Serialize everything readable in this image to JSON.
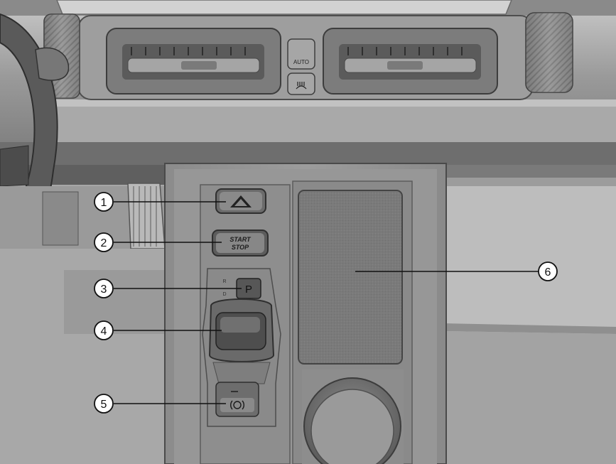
{
  "figure": {
    "callouts": [
      {
        "number": "1",
        "part": "hazard-warning-button"
      },
      {
        "number": "2",
        "part": "start-stop-button"
      },
      {
        "number": "3",
        "part": "park-button"
      },
      {
        "number": "4",
        "part": "gear-selector"
      },
      {
        "number": "5",
        "part": "electric-parking-brake-switch"
      },
      {
        "number": "6",
        "part": "wireless-charging-pad"
      }
    ],
    "labels": {
      "auto": "AUTO",
      "start": "START",
      "stop": "STOP",
      "park": "P",
      "reverse_mark": "R",
      "drive_mark": "D"
    },
    "colors": {
      "background": "#a9a9a9",
      "dark_trim": "#6f6f6f",
      "console": "#939393",
      "pad": "#7b7b7b",
      "button": "#5f5f5f",
      "line": "#111111"
    }
  }
}
